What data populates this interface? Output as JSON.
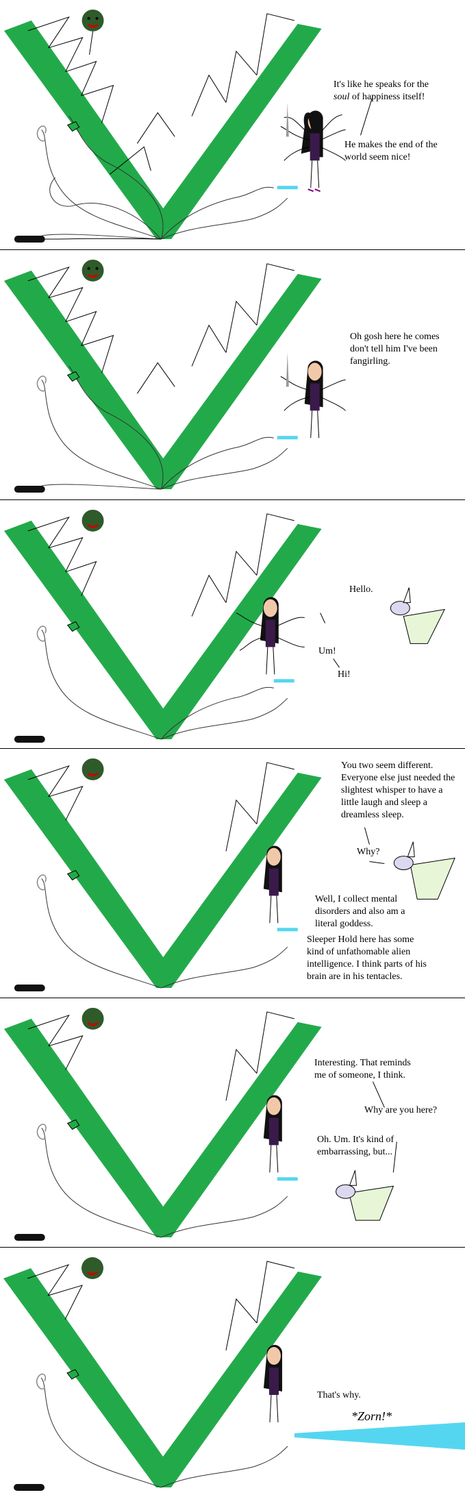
{
  "panels": [
    {
      "id": "panel-1",
      "texts": [
        {
          "name": "speech-girl-1",
          "pre": "It's like he speaks for the ",
          "em": "soul",
          "post": " of happiness itself!"
        },
        {
          "name": "speech-girl-2",
          "text": "He makes the end of the world seem nice!"
        }
      ]
    },
    {
      "id": "panel-2",
      "texts": [
        {
          "name": "speech-girl-1",
          "text": "Oh gosh here he comes don't tell him I've been fangirling."
        }
      ]
    },
    {
      "id": "panel-3",
      "texts": [
        {
          "name": "speech-creature-1",
          "text": "Hello."
        },
        {
          "name": "speech-girl-1",
          "text": "Um!"
        },
        {
          "name": "speech-girl-2",
          "text": "Hi!"
        }
      ]
    },
    {
      "id": "panel-4",
      "texts": [
        {
          "name": "speech-creature-1",
          "text": "You two seem different. Everyone else just needed the slightest whisper to have a little laugh and sleep a dreamless sleep."
        },
        {
          "name": "speech-creature-2",
          "text": "Why?"
        },
        {
          "name": "speech-girl-1",
          "text": "Well, I collect mental disorders and also am a literal goddess."
        },
        {
          "name": "speech-girl-2",
          "text": "Sleeper Hold here has some kind of unfathomable alien intelligence. I think parts of his brain are in his tentacles."
        }
      ]
    },
    {
      "id": "panel-5",
      "texts": [
        {
          "name": "speech-creature-1",
          "text": "Interesting. That reminds me of someone, I think."
        },
        {
          "name": "speech-creature-2",
          "text": "Why are you here?"
        },
        {
          "name": "speech-girl-1",
          "text": "Oh. Um. It's kind of embarrassing, but..."
        }
      ]
    },
    {
      "id": "panel-6",
      "texts": [
        {
          "name": "speech-girl-1",
          "text": "That's why."
        }
      ],
      "sound_effect": "*Zorn!*"
    }
  ],
  "colors": {
    "v_green": "#22aa4a",
    "head_green": "#2f5a2a",
    "hair": "#111111",
    "dress": "#3a1a4a",
    "beam": "#55d6f0",
    "mic": "#111111"
  }
}
